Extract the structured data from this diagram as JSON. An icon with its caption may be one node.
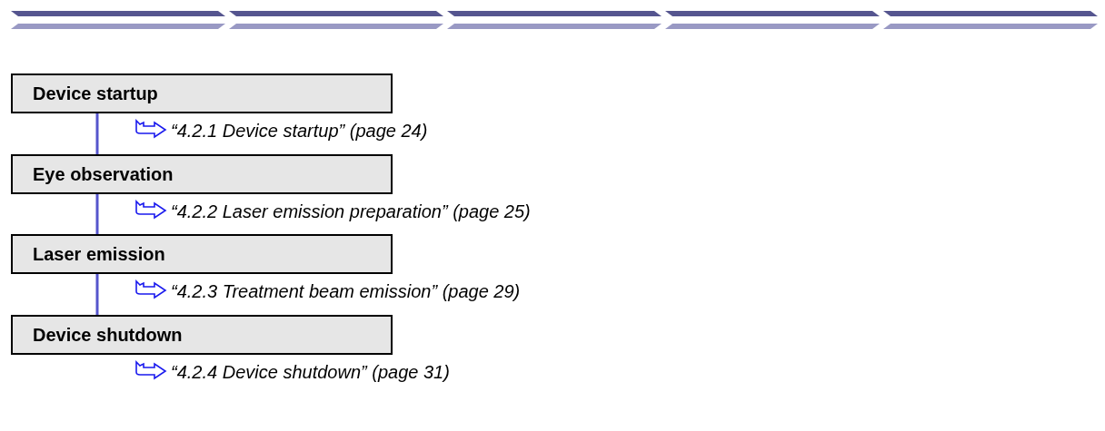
{
  "diagram": {
    "nodes": [
      {
        "text": [
          "Device startup"
        ],
        "beside": [
          "“4.2.1 Device startup” (page 24)"
        ]
      },
      {
        "text": [
          "Eye observation"
        ],
        "beside": [
          "“4.2.2 Laser emission preparation” (page 25)"
        ]
      },
      {
        "text": [
          "Laser emission"
        ],
        "beside": [
          "“4.2.3 Treatment beam emission” (page 29)"
        ]
      },
      {
        "text": [
          "Device shutdown"
        ],
        "beside": [
          "“4.2.4 Device shutdown” (page 31)"
        ]
      }
    ],
    "edges": [
      {
        "from": 0,
        "to": 1,
        "arrow": "none"
      },
      {
        "from": 1,
        "to": 2,
        "arrow": "none"
      },
      {
        "from": 2,
        "to": 3,
        "arrow": "none"
      }
    ]
  }
}
